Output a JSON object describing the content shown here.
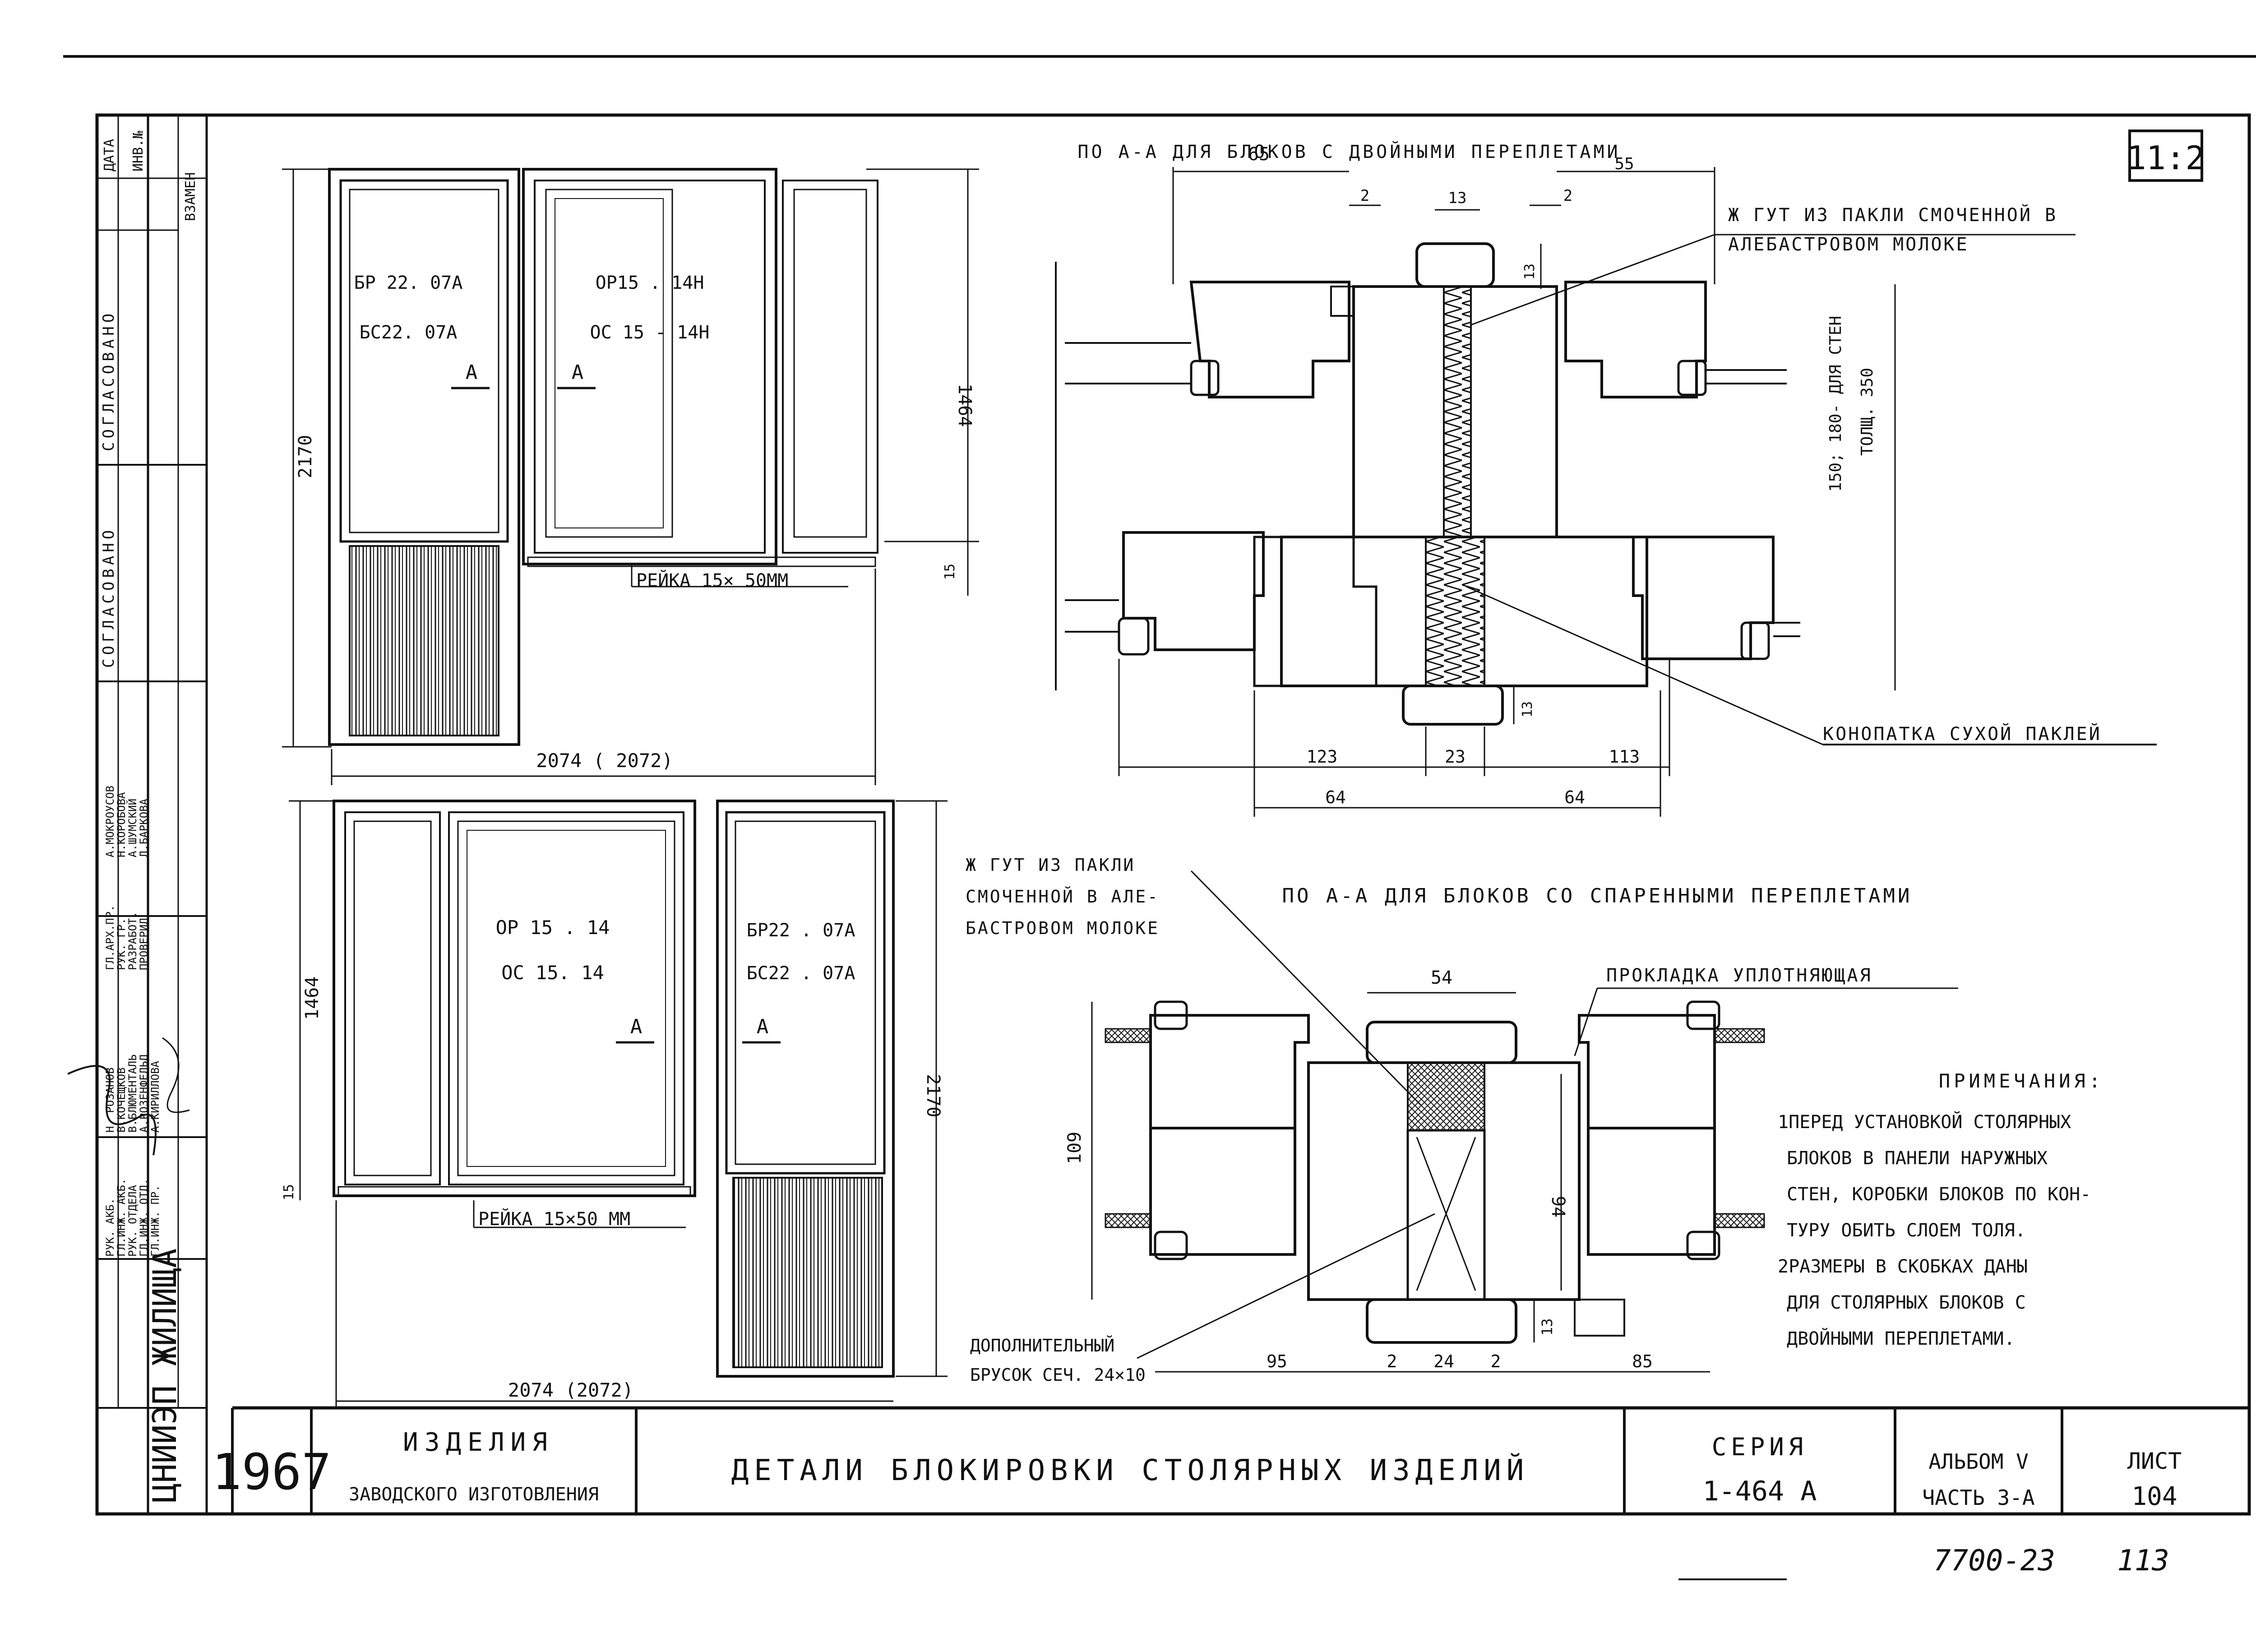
{
  "sheet_number": "11:2",
  "top_left_plan": {
    "left_block": [
      "БР 22. 07А",
      "БС22. 07А"
    ],
    "right_block": [
      "ОР15 . 14Н",
      "ОС 15 - 14Н"
    ],
    "section_mark_1": "А",
    "section_mark_2": "А",
    "rail": "РЕЙКА 15× 50ММ",
    "dim_width": "2074 ( 2072)",
    "dim_height_total": "2170",
    "dim_height_window": "1464",
    "dim_15": "15"
  },
  "bottom_left_plan": {
    "left_block": [
      "ОР 15 . 14",
      "ОС 15. 14"
    ],
    "right_block": [
      "БР22 . 07А",
      "БС22 . 07А"
    ],
    "section_mark_1": "А",
    "section_mark_2": "А",
    "rail": "РЕЙКА 15×50 ММ",
    "dim_width": "2074 (2072)",
    "dim_height_total": "2170",
    "dim_height_window": "1464",
    "dim_15": "15"
  },
  "section_double": {
    "title": "ПО А-А ДЛЯ БЛОКОВ С ДВОЙНЫМИ ПЕРЕПЛЕТАМИ",
    "callout_top": [
      "Ж ГУТ ИЗ ПАКЛИ СМОЧЕННОЙ В",
      "АЛЕБАСТРОВОМ МОЛОКЕ"
    ],
    "callout_bottom": "КОНОПАТКА СУХОЙ ПАКЛЕЙ",
    "wall_note": [
      "150; 180- ДЛЯ СТЕН",
      "ТОЛЩ. 350"
    ],
    "dims": {
      "d65": "65",
      "d55": "55",
      "d2a": "2",
      "d13a": "13",
      "d2b": "2",
      "d13b": "13",
      "d13c": "13",
      "d123": "123",
      "d23": "23",
      "d113": "113",
      "d64a": "64",
      "d64b": "64"
    }
  },
  "section_paired": {
    "title": "ПО А-А ДЛЯ БЛОКОВ СО СПАРЕННЫМИ ПЕРЕПЛЕТАМИ",
    "callout_left": [
      "Ж ГУТ ИЗ ПАКЛИ",
      "СМОЧЕННОЙ В АЛЕ-",
      "БАСТРОВОМ МОЛОКЕ"
    ],
    "callout_right": "ПРОКЛАДКА УПЛОТНЯЮЩАЯ",
    "callout_bottom": [
      "ДОПОЛНИТЕЛЬНЫЙ",
      "БРУСОК СЕЧ. 24×10"
    ],
    "dims": {
      "d54": "54",
      "d109": "109",
      "d94": "94",
      "d13": "13",
      "d95": "95",
      "d2a": "2",
      "d24": "24",
      "d2b": "2",
      "d85": "85"
    }
  },
  "notes": {
    "title": "ПРИМЕЧАНИЯ:",
    "lines": [
      "1ПЕРЕД УСТАНОВКОЙ СТОЛЯРНЫХ",
      "БЛОКОВ В ПАНЕЛИ НАРУЖНЫХ",
      "СТЕН, КОРОБКИ БЛОКОВ ПО КОН-",
      "ТУРУ ОБИТЬ СЛОЕМ ТОЛЯ.",
      "2РАЗМЕРЫ В СКОБКАХ ДАНЫ",
      "ДЛЯ СТОЛЯРНЫХ БЛОКОВ С",
      "ДВОЙНЫМИ ПЕРЕПЛЕТАМИ."
    ]
  },
  "title_block": {
    "org": "ЦНИИЭП ЖИЛИЩА",
    "year": "1967",
    "product_1": "ИЗДЕЛИЯ",
    "product_2": "ЗАВОДСКОГО ИЗГОТОВЛЕНИЯ",
    "drawing_title": "ДЕТАЛИ БЛОКИРОВКИ СТОЛЯРНЫХ ИЗДЕЛИЙ",
    "series_label": "СЕРИЯ",
    "series_value": "1-464 А",
    "album": "АЛЬБОМ V",
    "part": "ЧАСТЬ 3-А",
    "sheet_label": "ЛИСТ",
    "sheet_value": "104",
    "archive_left": "7700-23",
    "archive_right": "113"
  },
  "side_stamp": {
    "header": [
      "СОГЛАСОВАНО",
      "СОГЛАСОВАНО",
      "ДАТА",
      "ИНВ.№",
      "ВЗАМЕН"
    ],
    "roles": [
      "РУК. АКБ.",
      "ГЛ.ИНЖ. АКБ.",
      "РУК. ОТДЕЛА",
      "ГЛ.ИНЖ. ОТД.",
      "ГЛ.ИНЖ. ПР."
    ],
    "roles_2": [
      "ГЛ.АРХ.ПР.",
      "РУК. ГР.",
      "РАЗРАБОТ.",
      "ПРОВЕРИЛ"
    ],
    "names": [
      "Н. РОЗАНОВ",
      "В.КОЧЕЩКОВ",
      "В.БЛЮМЕНТАЛЬ",
      "А.РОЗЕНФЕЛЬД",
      "А.КИРИЛЛОВА"
    ],
    "names_2": [
      "А.МОКРОУСОВ",
      "Н.КОРОБОВА",
      "А.ШУМСКИЙ",
      "Л.БАРКОВА"
    ]
  }
}
